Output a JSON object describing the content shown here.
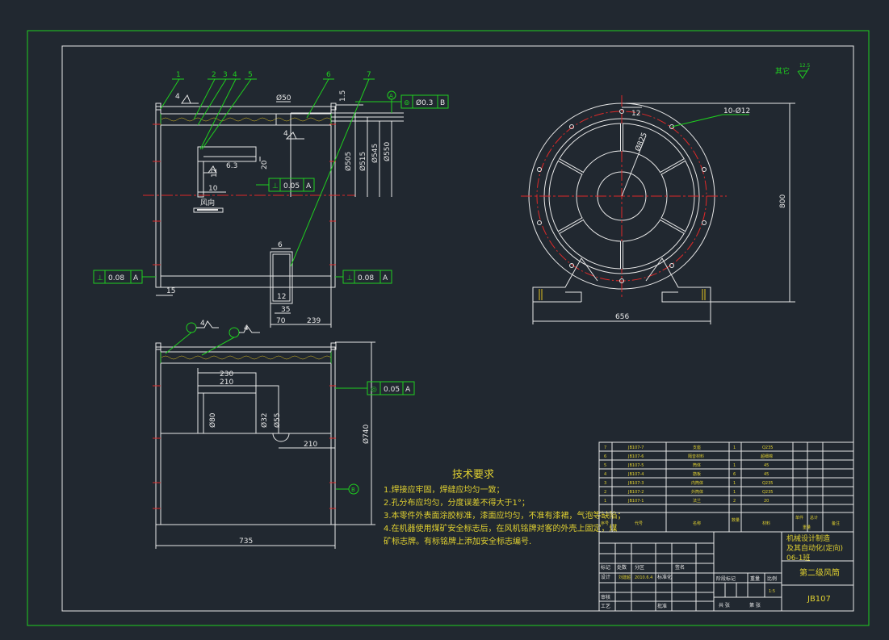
{
  "finish_note": {
    "label": "其它",
    "value": "12.5"
  },
  "dims": {
    "d50": "Ø50",
    "d505": "Ø505",
    "d515": "Ø515",
    "d545": "Ø545",
    "d550": "Ø550",
    "d15": "1.5",
    "d20": "20",
    "d10": "10",
    "d15b": "15",
    "d12": "12",
    "d35": "35",
    "d70": "70",
    "d239": "239",
    "d230": "230",
    "d210": "210",
    "d210b": "210",
    "d80": "Ø80",
    "d32": "Ø32",
    "d55": "Ø55",
    "d740": "Ø740",
    "d735": "735",
    "d12b": "12",
    "d10holes": "10-Ø12",
    "d825": "Ø825",
    "d800": "800",
    "d656": "656",
    "d03": "6.3",
    "d4": "4",
    "d6": "6",
    "d_airflow": "风向"
  },
  "tolerances": {
    "t1": {
      "sym": "⊚",
      "val": "Ø0.3",
      "ref": "B"
    },
    "t2": {
      "sym": "⊥",
      "val": "0.05",
      "ref": "A"
    },
    "t3": {
      "sym": "⊥",
      "val": "0.08",
      "ref": "A"
    },
    "t4": {
      "sym": "⊥",
      "val": "0.08",
      "ref": "A"
    },
    "t5": {
      "sym": "◎",
      "val": "0.05",
      "ref": "A"
    },
    "datumA": "A",
    "datumB": "B"
  },
  "balloons": [
    "1",
    "2",
    "3",
    "4",
    "5",
    "6",
    "7"
  ],
  "tech_req": {
    "title": "技术要求",
    "items": [
      "1.焊接应牢固，焊缝应均匀一致；",
      "2.孔分布应均匀，分度误差不得大于1°；",
      "3.本零件外表面涂胶标准，漆面应均匀，不准有漆裙，气泡等缺陷；",
      "4.在机器使用煤矿安全标志后，在风机铭牌对客的外壳上固定，煤",
      "矿标志牌。有标铭牌上添加安全标志编号."
    ]
  },
  "bom": [
    {
      "no": "7",
      "code": "JB107-7",
      "name": "支座",
      "qty": "1",
      "mat": "Q235"
    },
    {
      "no": "6",
      "code": "JB107-6",
      "name": "隔音材料",
      "qty": "",
      "mat": "超细棉"
    },
    {
      "no": "5",
      "code": "JB107-5",
      "name": "筒体",
      "qty": "1",
      "mat": "45"
    },
    {
      "no": "4",
      "code": "JB107-4",
      "name": "筋板",
      "qty": "6",
      "mat": "45"
    },
    {
      "no": "3",
      "code": "JB107-3",
      "name": "内筒体",
      "qty": "1",
      "mat": "Q235"
    },
    {
      "no": "2",
      "code": "JB107-2",
      "name": "外筒体",
      "qty": "1",
      "mat": "Q235"
    },
    {
      "no": "1",
      "code": "JB107-1",
      "name": "法兰",
      "qty": "2",
      "mat": "20"
    }
  ],
  "bom_header": {
    "no": "序号",
    "code": "代号",
    "name": "名称",
    "qty": "数量",
    "mat": "材料",
    "unit_wt": "单件",
    "total_wt": "总计",
    "wt": "重量",
    "remark": "备注"
  },
  "title_block": {
    "school": "机械设计制造及其自动化(定向)06-1班",
    "part": "第二级风筒",
    "drawing_no": "JB107",
    "scale": "1:5",
    "marks": "标记",
    "count": "处数",
    "zone": "分区",
    "sign": "签名",
    "design": "设计",
    "designer": "刘建超",
    "date": "2010.6.4",
    "standard": "标准化",
    "check": "审核",
    "process": "工艺",
    "approve": "批准",
    "stage": "阶段标记",
    "weight": "重量",
    "ratio": "比例",
    "sheets_total": "共 张",
    "sheet": "第 张"
  }
}
